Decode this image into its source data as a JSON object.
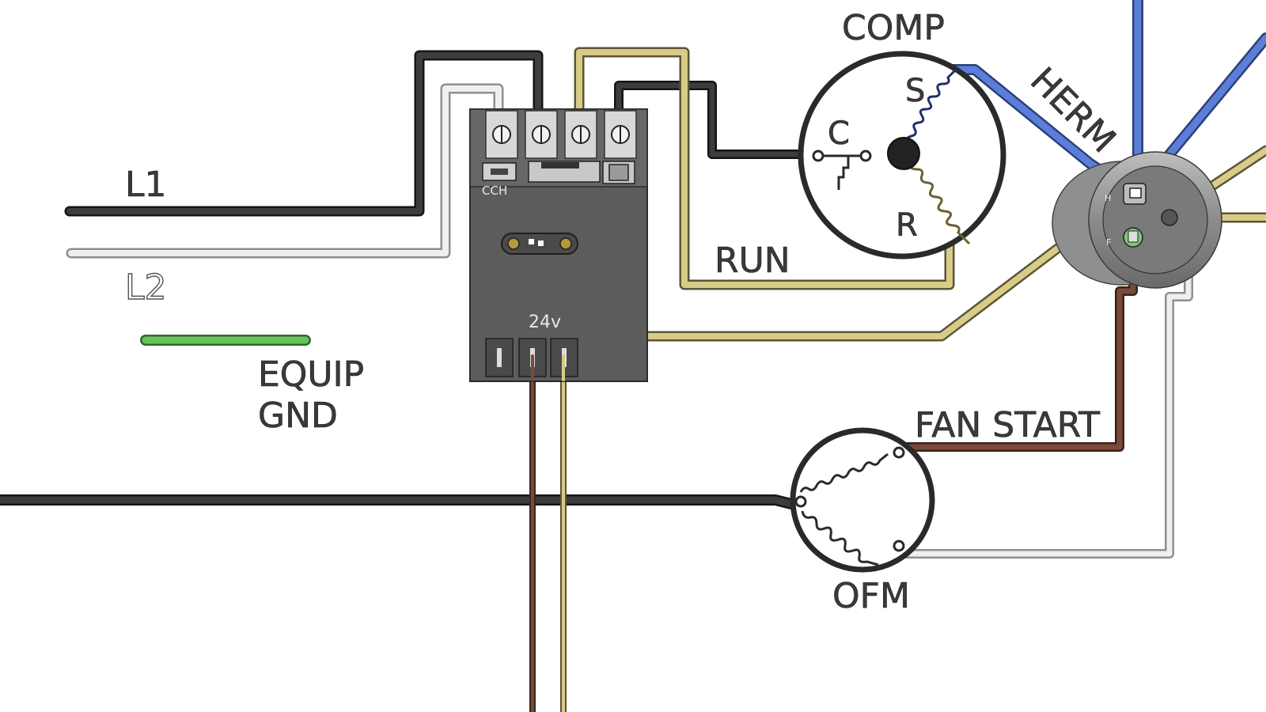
{
  "labels": {
    "l1": "L1",
    "l2": "L2",
    "equip": "EQUIP",
    "gnd": "GND",
    "comp": "COMP",
    "c": "C",
    "s": "S",
    "r": "R",
    "run": "RUN",
    "herm": "HERM",
    "fan_start": "FAN START",
    "ofm": "OFM",
    "cch": "CCH",
    "volt": "24v",
    "cap_h": "H",
    "cap_f": "F"
  },
  "colors": {
    "black_wire": "#3b3b3b",
    "white_wire": "#efefef",
    "yellow_wire": "#d8cc86",
    "blue_wire": "#5b7fd8",
    "brown_wire": "#7a4a38",
    "green_wire": "#66c35a",
    "contactor_body": "#5c5c5c",
    "capacitor_body": "#8a8a8a"
  },
  "icons": {
    "compressor": "compressor-motor-circle",
    "fan_motor": "fan-motor-circle",
    "capacitor": "dual-run-capacitor",
    "contactor": "contactor-block"
  }
}
